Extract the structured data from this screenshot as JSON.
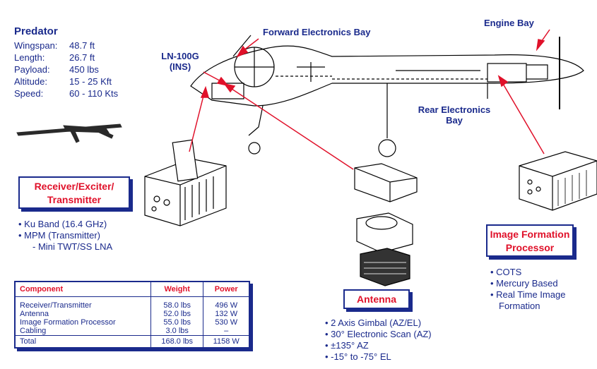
{
  "predator": {
    "title": "Predator",
    "specs": [
      {
        "label": "Wingspan:",
        "value": "48.7 ft"
      },
      {
        "label": "Length:",
        "value": "26.7 ft"
      },
      {
        "label": "Payload:",
        "value": "450 lbs"
      },
      {
        "label": "Altitude:",
        "value": "15 - 25 Kft"
      },
      {
        "label": "Speed:",
        "value": "60 - 110 Kts"
      }
    ]
  },
  "callouts": {
    "forward_bay": "Forward Electronics Bay",
    "engine_bay": "Engine Bay",
    "ln100g_line1": "LN-100G",
    "ln100g_line2": "(INS)",
    "rear_bay_line1": "Rear Electronics",
    "rear_bay_line2": "Bay"
  },
  "receiver": {
    "title_line1": "Receiver/Exciter/",
    "title_line2": "Transmitter",
    "bullets": [
      "• Ku Band (16.4 GHz)",
      "• MPM (Transmitter)",
      "- Mini TWT/SS LNA"
    ]
  },
  "antenna": {
    "title": "Antenna",
    "bullets": [
      "• 2 Axis Gimbal (AZ/EL)",
      "• 30° Electronic Scan (AZ)",
      "• ±135° AZ",
      "• -15° to -75° EL"
    ]
  },
  "image_processor": {
    "title_line1": "Image Formation",
    "title_line2": "Processor",
    "bullets": [
      "• COTS",
      "• Mercury Based",
      "• Real Time Image",
      "Formation"
    ]
  },
  "table": {
    "headers": [
      "Component",
      "Weight",
      "Power"
    ],
    "rows": [
      [
        "Receiver/Transmitter",
        "58.0 lbs",
        "496 W"
      ],
      [
        "Antenna",
        "52.0 lbs",
        "132 W"
      ],
      [
        "Image Formation Processor",
        "55.0 lbs",
        "530 W"
      ],
      [
        "Cabling",
        "3.0 lbs",
        "–"
      ]
    ],
    "total": [
      "Total",
      "168.0 lbs",
      "1158 W"
    ]
  }
}
